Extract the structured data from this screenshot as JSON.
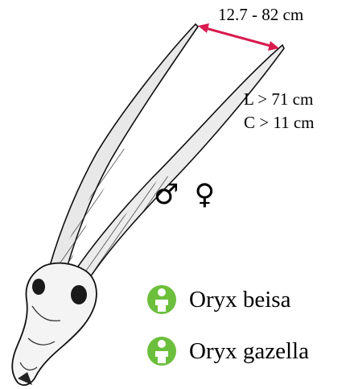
{
  "measurements": {
    "horn_spread": "12.7 - 82 cm",
    "horn_length": "L > 71 cm",
    "horn_circumference": "C > 11 cm"
  },
  "sex": {
    "symbols": "♂ ♀",
    "male_icon": "male-symbol",
    "female_icon": "female-symbol"
  },
  "species": [
    {
      "name": "Oryx beisa",
      "icon": "person-circle-icon"
    },
    {
      "name": "Oryx gazella",
      "icon": "person-circle-icon"
    }
  ],
  "colors": {
    "arrow": "#d81b4f",
    "species_icon": "#6cbf3c"
  }
}
